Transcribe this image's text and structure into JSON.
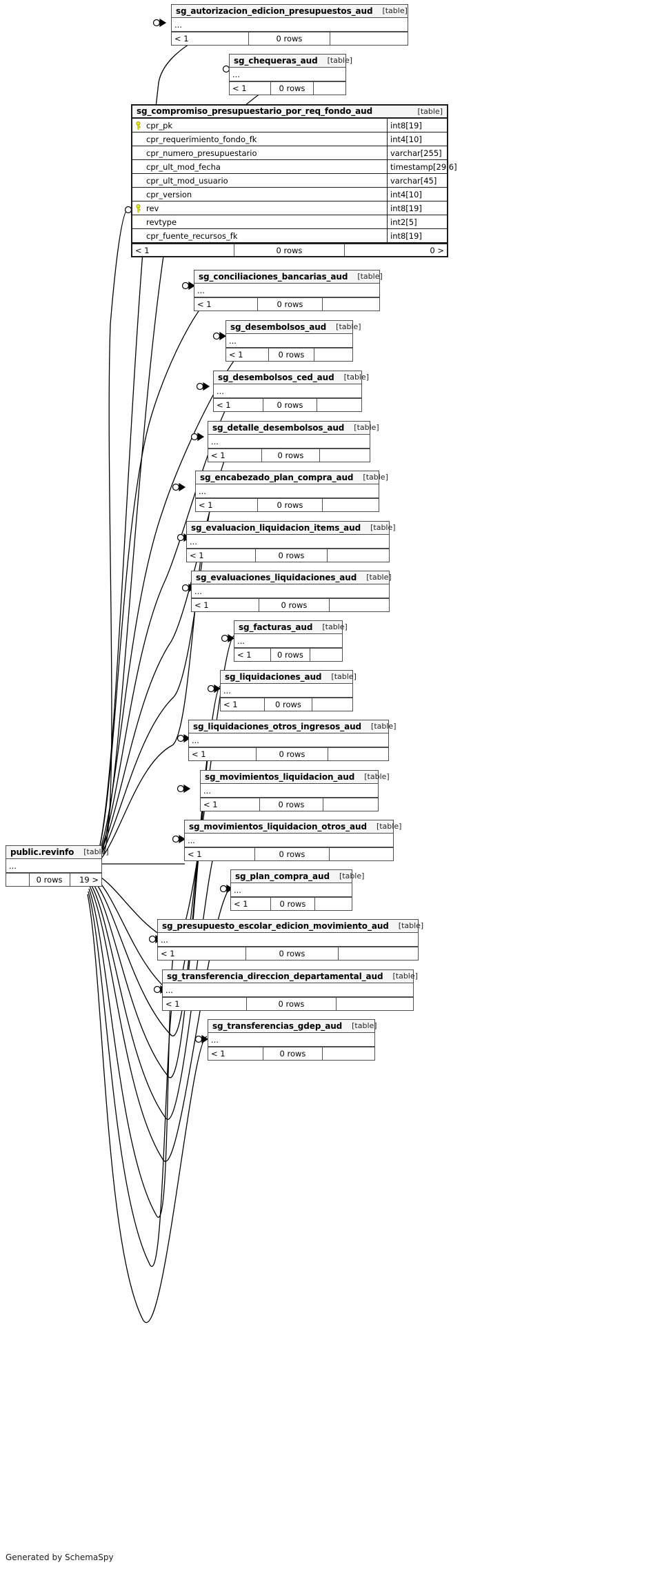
{
  "diagram": {
    "credit": "Generated by SchemaSpy",
    "kind_label": "[table]",
    "ellipsis": "...",
    "rows_label": "0 rows",
    "parent_label": "< 1",
    "key_icon": "primary-key-icon",
    "relation_icon": "crows-foot-zero-or-many-icon",
    "accent_key_color": "#e8e80d",
    "header_bg": "#f5f5f5",
    "border_color": "#4d4d4d"
  },
  "central_table": {
    "name": "public.revinfo",
    "kind": "[table]",
    "ellipsis": "...",
    "footer": {
      "parents": "",
      "rows": "0 rows",
      "children": "19 >"
    }
  },
  "expanded_table": {
    "name": "sg_compromiso_presupuestario_por_req_fondo_aud",
    "kind": "[table]",
    "columns": [
      {
        "name": "cpr_pk",
        "type": "int8[19]",
        "key": true
      },
      {
        "name": "cpr_requerimiento_fondo_fk",
        "type": "int4[10]",
        "key": false
      },
      {
        "name": "cpr_numero_presupuestario",
        "type": "varchar[255]",
        "key": false
      },
      {
        "name": "cpr_ult_mod_fecha",
        "type": "timestamp[29,6]",
        "key": false
      },
      {
        "name": "cpr_ult_mod_usuario",
        "type": "varchar[45]",
        "key": false
      },
      {
        "name": "cpr_version",
        "type": "int4[10]",
        "key": false
      },
      {
        "name": "rev",
        "type": "int8[19]",
        "key": true
      },
      {
        "name": "revtype",
        "type": "int2[5]",
        "key": false
      },
      {
        "name": "cpr_fuente_recursos_fk",
        "type": "int8[19]",
        "key": false
      }
    ],
    "footer": {
      "parents": "< 1",
      "rows": "0 rows",
      "children": "0 >"
    }
  },
  "tables": [
    {
      "name": "sg_autorizacion_edicion_presupuestos_aud",
      "kind": "[table]",
      "ellipsis": "...",
      "footer": {
        "parents": "< 1",
        "rows": "0 rows",
        "children": ""
      }
    },
    {
      "name": "sg_chequeras_aud",
      "kind": "[table]",
      "ellipsis": "...",
      "footer": {
        "parents": "< 1",
        "rows": "0 rows",
        "children": ""
      }
    },
    {
      "name": "sg_conciliaciones_bancarias_aud",
      "kind": "[table]",
      "ellipsis": "...",
      "footer": {
        "parents": "< 1",
        "rows": "0 rows",
        "children": ""
      }
    },
    {
      "name": "sg_desembolsos_aud",
      "kind": "[table]",
      "ellipsis": "...",
      "footer": {
        "parents": "< 1",
        "rows": "0 rows",
        "children": ""
      }
    },
    {
      "name": "sg_desembolsos_ced_aud",
      "kind": "[table]",
      "ellipsis": "...",
      "footer": {
        "parents": "< 1",
        "rows": "0 rows",
        "children": ""
      }
    },
    {
      "name": "sg_detalle_desembolsos_aud",
      "kind": "[table]",
      "ellipsis": "...",
      "footer": {
        "parents": "< 1",
        "rows": "0 rows",
        "children": ""
      }
    },
    {
      "name": "sg_encabezado_plan_compra_aud",
      "kind": "[table]",
      "ellipsis": "...",
      "footer": {
        "parents": "< 1",
        "rows": "0 rows",
        "children": ""
      }
    },
    {
      "name": "sg_evaluacion_liquidacion_items_aud",
      "kind": "[table]",
      "ellipsis": "...",
      "footer": {
        "parents": "< 1",
        "rows": "0 rows",
        "children": ""
      }
    },
    {
      "name": "sg_evaluaciones_liquidaciones_aud",
      "kind": "[table]",
      "ellipsis": "...",
      "footer": {
        "parents": "< 1",
        "rows": "0 rows",
        "children": ""
      }
    },
    {
      "name": "sg_facturas_aud",
      "kind": "[table]",
      "ellipsis": "...",
      "footer": {
        "parents": "< 1",
        "rows": "0 rows",
        "children": ""
      }
    },
    {
      "name": "sg_liquidaciones_aud",
      "kind": "[table]",
      "ellipsis": "...",
      "footer": {
        "parents": "< 1",
        "rows": "0 rows",
        "children": ""
      }
    },
    {
      "name": "sg_liquidaciones_otros_ingresos_aud",
      "kind": "[table]",
      "ellipsis": "...",
      "footer": {
        "parents": "< 1",
        "rows": "0 rows",
        "children": ""
      }
    },
    {
      "name": "sg_movimientos_liquidacion_aud",
      "kind": "[table]",
      "ellipsis": "...",
      "footer": {
        "parents": "< 1",
        "rows": "0 rows",
        "children": ""
      }
    },
    {
      "name": "sg_movimientos_liquidacion_otros_aud",
      "kind": "[table]",
      "ellipsis": "...",
      "footer": {
        "parents": "< 1",
        "rows": "0 rows",
        "children": ""
      }
    },
    {
      "name": "sg_plan_compra_aud",
      "kind": "[table]",
      "ellipsis": "...",
      "footer": {
        "parents": "< 1",
        "rows": "0 rows",
        "children": ""
      }
    },
    {
      "name": "sg_presupuesto_escolar_edicion_movimiento_aud",
      "kind": "[table]",
      "ellipsis": "...",
      "footer": {
        "parents": "< 1",
        "rows": "0 rows",
        "children": ""
      }
    },
    {
      "name": "sg_transferencia_direccion_departamental_aud",
      "kind": "[table]",
      "ellipsis": "...",
      "footer": {
        "parents": "< 1",
        "rows": "0 rows",
        "children": ""
      }
    },
    {
      "name": "sg_transferencias_gdep_aud",
      "kind": "[table]",
      "ellipsis": "...",
      "footer": {
        "parents": "< 1",
        "rows": "0 rows",
        "children": ""
      }
    }
  ]
}
